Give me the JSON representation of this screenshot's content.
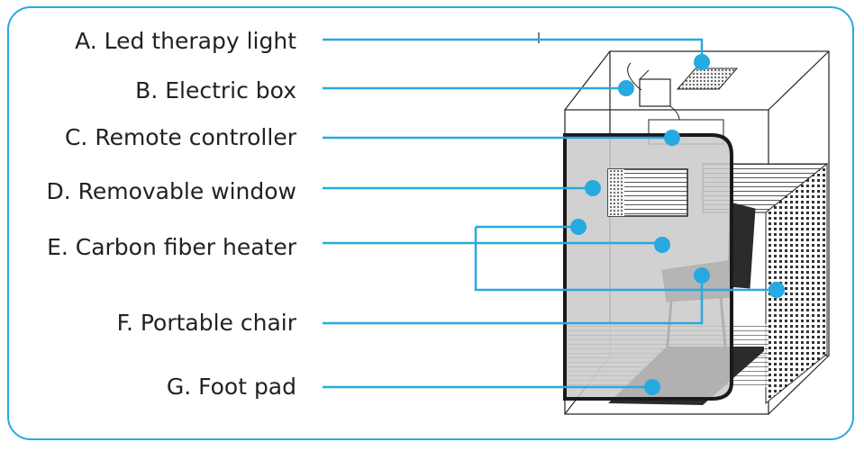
{
  "colors": {
    "accent": "#27a9e1",
    "line": "#1a1a1a",
    "panel": "#cccccc",
    "dark": "#2b2b2b"
  },
  "labels": [
    {
      "id": "A",
      "text": "A. Led therapy light"
    },
    {
      "id": "B",
      "text": "B. Electric box"
    },
    {
      "id": "C",
      "text": "C. Remote controller"
    },
    {
      "id": "D",
      "text": "D. Removable window"
    },
    {
      "id": "E",
      "text": "E. Carbon fiber heater"
    },
    {
      "id": "F",
      "text": "F. Portable chair"
    },
    {
      "id": "G",
      "text": "G. Foot pad"
    }
  ]
}
